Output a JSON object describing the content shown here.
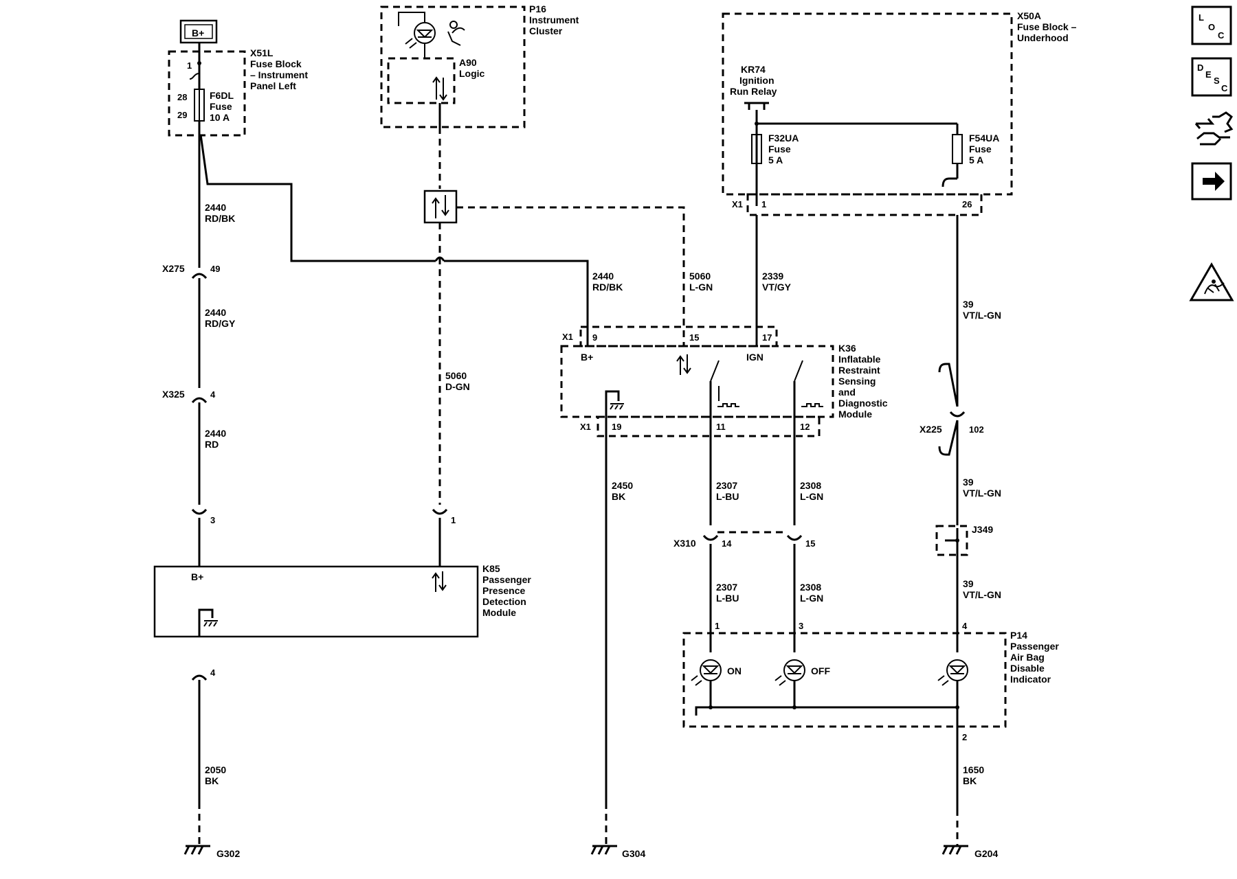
{
  "batt": {
    "label": "B+"
  },
  "x51l": {
    "name": "X51L",
    "desc": [
      "Fuse Block",
      "– Instrument",
      "Panel Left"
    ],
    "fuse": "F6DL",
    "fuse_word": "Fuse",
    "fuse_rating": "10 A",
    "pin_top": "1",
    "pin_a": "28",
    "pin_b": "29"
  },
  "p16": {
    "name": "P16",
    "desc": [
      "Instrument",
      "Cluster"
    ],
    "sub": "A90",
    "sub_desc": "Logic"
  },
  "x50a": {
    "name": "X50A",
    "desc": [
      "Fuse Block –",
      "Underhood"
    ],
    "relay": "KR74",
    "relay_desc": [
      "Ignition",
      "Run Relay"
    ],
    "fuse1": "F32UA",
    "fuse1_word": "Fuse",
    "fuse1_rating": "5 A",
    "fuse2": "F54UA",
    "fuse2_word": "Fuse",
    "fuse2_rating": "5 A",
    "conn": "X1",
    "pin1": "1",
    "pin2": "26"
  },
  "k36": {
    "name": "K36",
    "desc": [
      "Inflatable",
      "Restraint",
      "Sensing",
      "and",
      "Diagnostic",
      "Module"
    ],
    "conn_top": "X1",
    "pin_bplus": "9",
    "pin_data": "15",
    "pin_ign": "17",
    "lbl_bplus": "B+",
    "lbl_ign": "IGN",
    "conn_bot": "X1",
    "pin_gnd": "19",
    "pin_on": "11",
    "pin_off": "12"
  },
  "k85": {
    "name": "K85",
    "desc": [
      "Passenger",
      "Presence",
      "Detection",
      "Module"
    ],
    "lbl_bplus": "B+"
  },
  "p14": {
    "name": "P14",
    "desc": [
      "Passenger",
      "Air Bag",
      "Disable",
      "Indicator"
    ],
    "on": "ON",
    "off": "OFF",
    "pin1": "1",
    "pin3": "3",
    "pin4": "4",
    "pin2": "2"
  },
  "connectors": {
    "x275": "X275",
    "x275_pin": "49",
    "x325": "X325",
    "x325_pin": "4",
    "k85_pin_bplus": "3",
    "k85_pin_data": "1",
    "k85_pin_gnd": "4",
    "x225": "X225",
    "x225_pin": "102",
    "j349": "J349",
    "x310": "X310",
    "x310_pin_a": "14",
    "x310_pin_b": "15"
  },
  "wires": {
    "w1": [
      "2440",
      "RD/BK"
    ],
    "w2": [
      "2440",
      "RD/GY"
    ],
    "w3": [
      "2440",
      "RD"
    ],
    "w4": [
      "2440",
      "RD/BK"
    ],
    "w5": [
      "5060",
      "L-GN"
    ],
    "w6": [
      "2339",
      "VT/GY"
    ],
    "w7": [
      "5060",
      "D-GN"
    ],
    "w8": [
      "39",
      "VT/L-GN"
    ],
    "w9": [
      "39",
      "VT/L-GN"
    ],
    "w10": [
      "39",
      "VT/L-GN"
    ],
    "w11": [
      "2450",
      "BK"
    ],
    "w12": [
      "2307",
      "L-BU"
    ],
    "w13": [
      "2308",
      "L-GN"
    ],
    "w14": [
      "2307",
      "L-BU"
    ],
    "w15": [
      "2308",
      "L-GN"
    ],
    "w16": [
      "2050",
      "BK"
    ],
    "w17": [
      "1650",
      "BK"
    ]
  },
  "grounds": {
    "g302": "G302",
    "g304": "G304",
    "g204": "G204"
  },
  "sidebar": {
    "loc": [
      "L",
      "O",
      "C"
    ],
    "desc": [
      "D",
      "E",
      "S",
      "C"
    ],
    "icons": [
      "connector-icon",
      "next-arrow-icon",
      "esd-warning-icon"
    ]
  }
}
